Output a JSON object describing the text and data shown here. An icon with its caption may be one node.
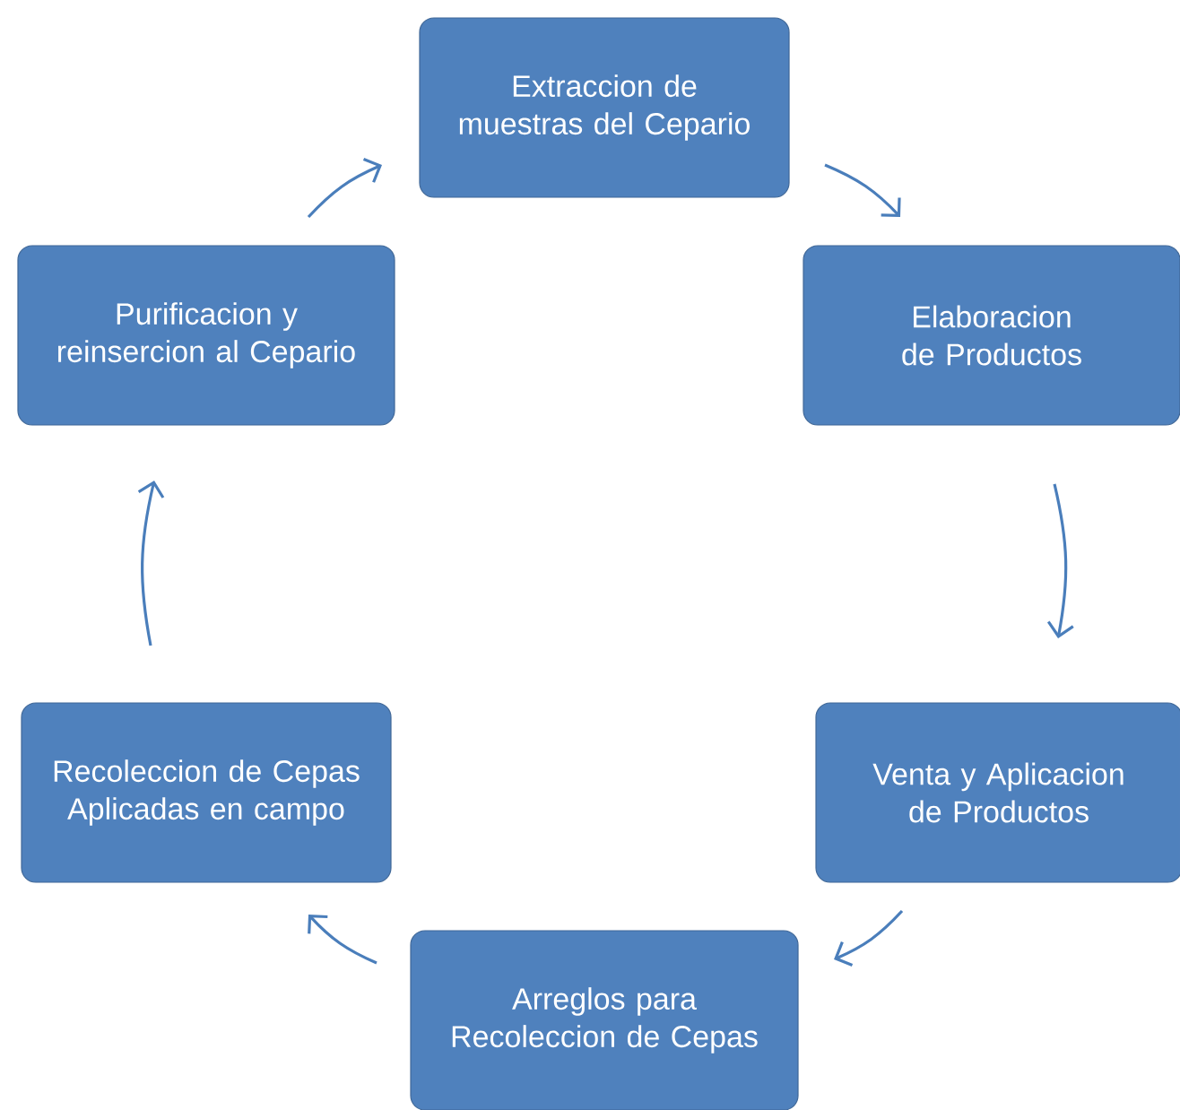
{
  "diagram": {
    "nodes": [
      {
        "text": [
          "Extraccion de muestras del Cepario"
        ]
      },
      {
        "text": [
          "Elaboracion de Productos"
        ]
      },
      {
        "text": [
          "Venta y Aplicacion de Productos"
        ]
      },
      {
        "text": [
          "Arreglos para Recoleccion de Cepas"
        ]
      },
      {
        "text": [
          "Recoleccion de Cepas Aplicadas en campo"
        ]
      },
      {
        "text": [
          "Purificacion y reinsercion al Cepario"
        ]
      }
    ],
    "edges": [
      {
        "from": 0,
        "to": 1,
        "arrow": "to"
      },
      {
        "from": 1,
        "to": 2,
        "arrow": "to"
      },
      {
        "from": 2,
        "to": 3,
        "arrow": "to"
      },
      {
        "from": 3,
        "to": 4,
        "arrow": "to"
      },
      {
        "from": 4,
        "to": 5,
        "arrow": "to"
      },
      {
        "from": 5,
        "to": 0,
        "arrow": "to"
      }
    ]
  }
}
